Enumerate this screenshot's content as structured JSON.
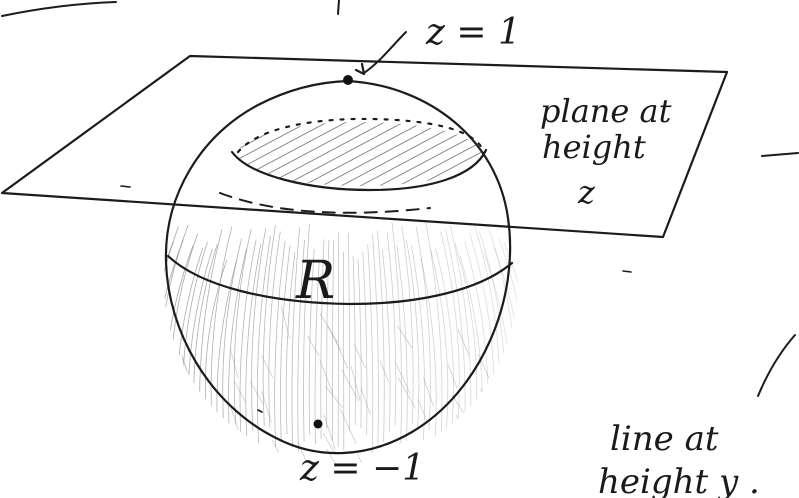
{
  "labels": {
    "top_point": "z = 1",
    "bottom_point": "z = −1",
    "region": "R",
    "plane_line1": "plane at",
    "plane_line2": "height",
    "plane_line3": "z",
    "line_line1": "line at",
    "line_line2": "height y ."
  },
  "colors": {
    "ink": "#1c1c1c",
    "shading": "#6a6a6a",
    "paper": "#ffffff"
  }
}
